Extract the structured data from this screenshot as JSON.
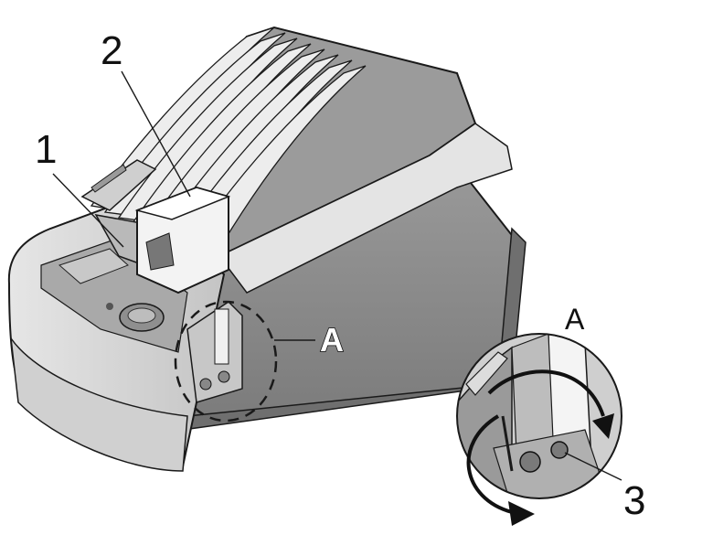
{
  "callouts": {
    "label_1": "1",
    "label_2": "2",
    "label_3": "3",
    "detail_marker": "A",
    "detail_title": "A"
  },
  "colors": {
    "outline": "#1a1a1a",
    "body_dark": "#8a8a8a",
    "body_mid": "#b4b4b4",
    "body_light": "#d8d8d8",
    "highlight": "#f2f2f2",
    "paper": "#e9e9e9"
  }
}
